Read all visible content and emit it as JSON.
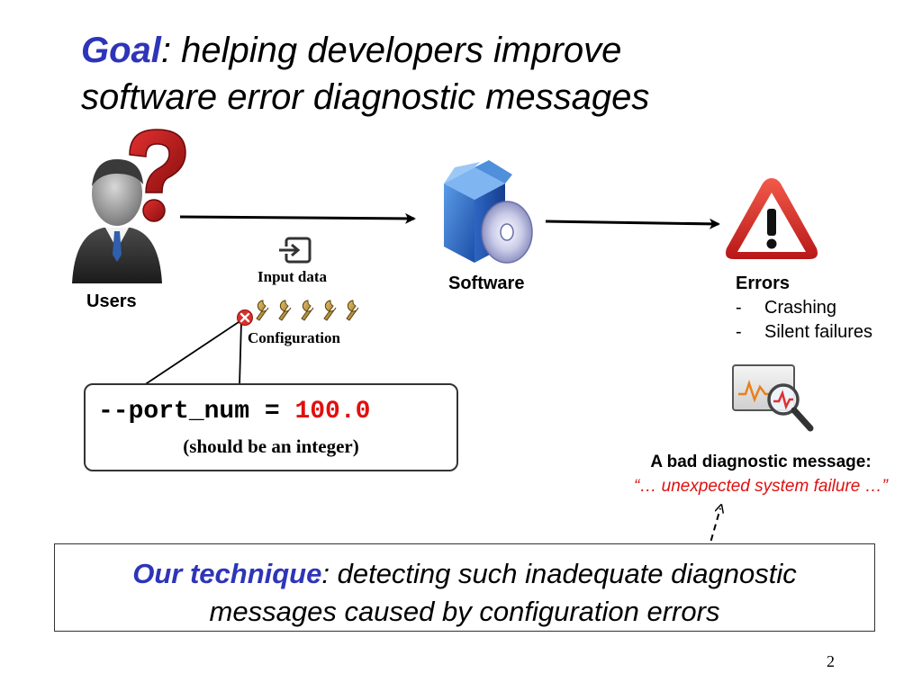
{
  "title": {
    "highlight": "Goal",
    "rest_line1": ": helping developers improve",
    "line2": "software error diagnostic messages"
  },
  "diagram": {
    "users_label": "Users",
    "input_data_label": "Input data",
    "configuration_label": "Configuration",
    "software_label": "Software",
    "errors": {
      "heading": "Errors",
      "items": [
        "Crashing",
        "Silent failures"
      ],
      "bullet": "-"
    }
  },
  "code_example": {
    "prefix": "--port_num = ",
    "value": "100.0",
    "note": "(should be an integer)"
  },
  "bad_message": {
    "heading": "A bad diagnostic message:",
    "text": "“… unexpected system failure …”"
  },
  "technique": {
    "highlight": "Our technique",
    "rest_line1": ": detecting such inadequate diagnostic",
    "line2": "messages caused by configuration errors"
  },
  "page_number": "2",
  "colors": {
    "title_accent": "#2e35b8",
    "error_red": "#e01010"
  },
  "icons": [
    "user-icon",
    "question-mark-icon",
    "input-icon",
    "wrench-icon",
    "error-x-icon",
    "software-box-icon",
    "warning-icon",
    "monitor-magnifier-icon"
  ]
}
